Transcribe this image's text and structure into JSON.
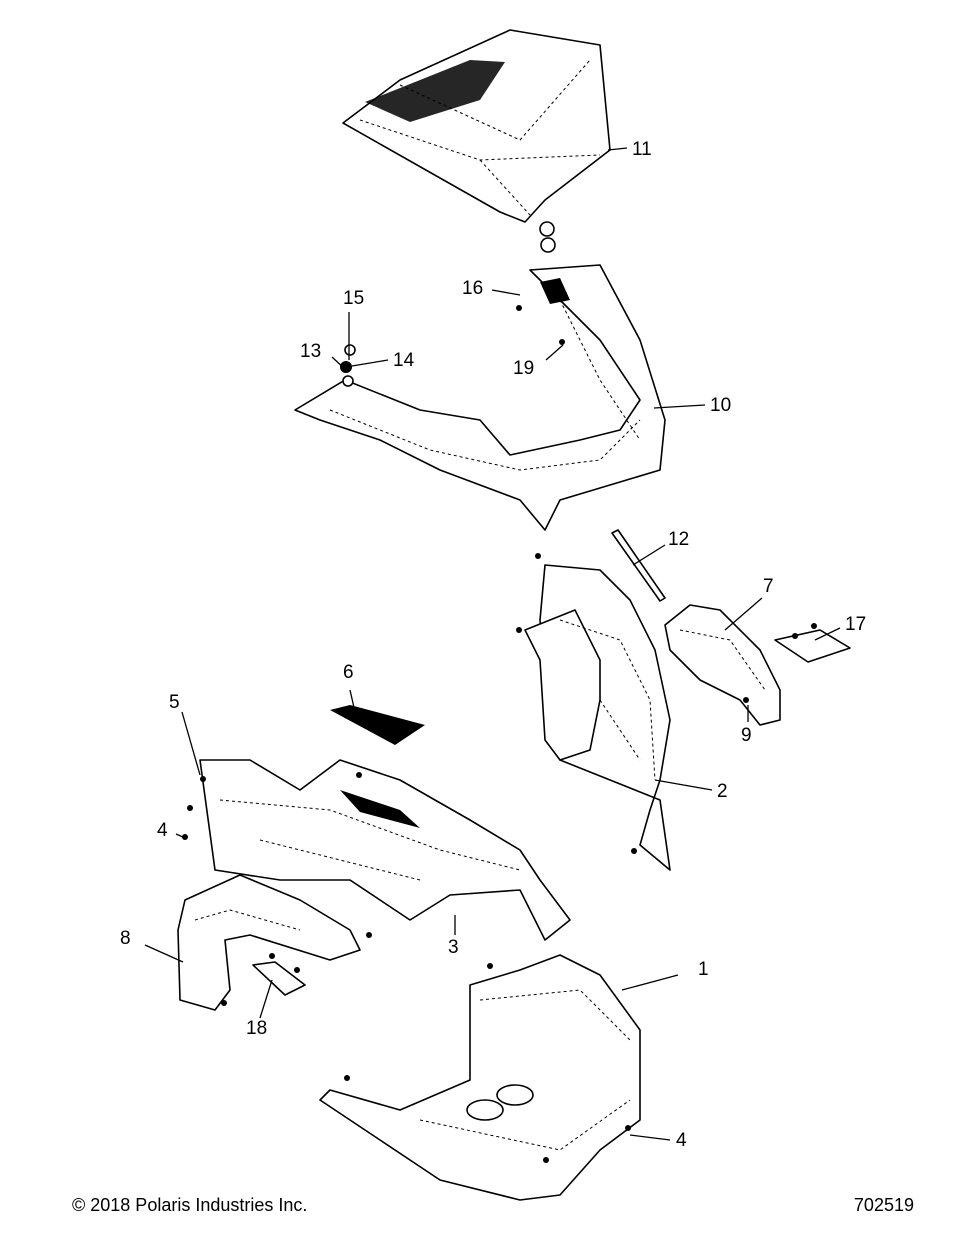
{
  "callouts": {
    "c1": "1",
    "c2": "2",
    "c3": "3",
    "c4a": "4",
    "c4b": "4",
    "c5": "5",
    "c6": "6",
    "c7": "7",
    "c8": "8",
    "c9": "9",
    "c10": "10",
    "c11": "11",
    "c12": "12",
    "c13": "13",
    "c14": "14",
    "c15": "15",
    "c16": "16",
    "c17": "17",
    "c18": "18",
    "c19": "19"
  },
  "footer": {
    "copyright": "© 2018 Polaris Industries Inc.",
    "drawing_number": "702519"
  }
}
